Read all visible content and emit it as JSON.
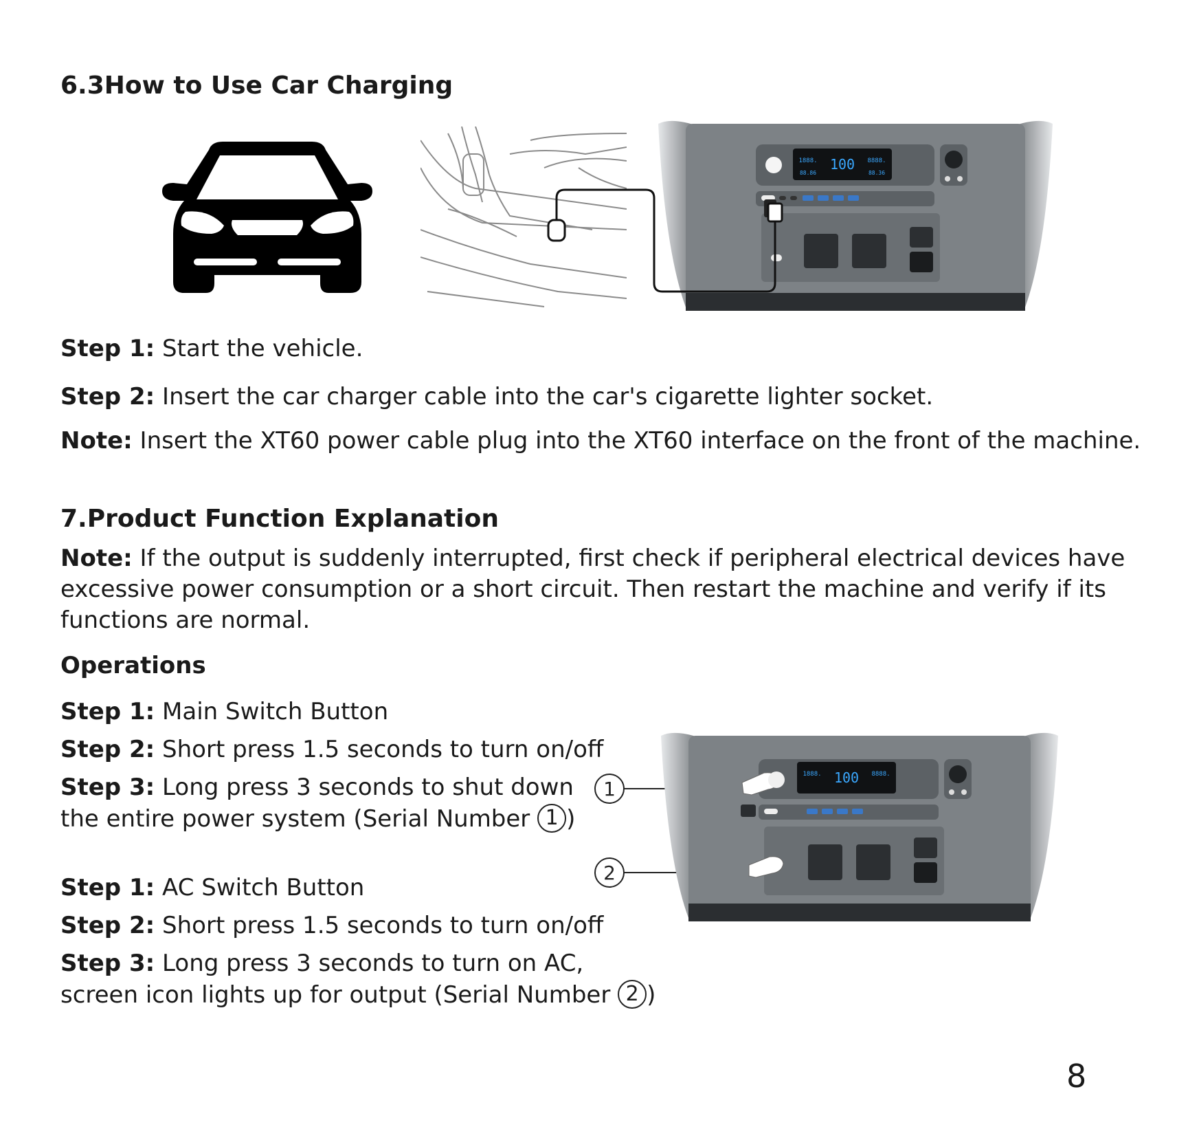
{
  "section63": {
    "title": "6.3How to Use Car Charging",
    "step1_label": "Step 1:",
    "step1_text": " Start the vehicle.",
    "step2_label": "Step 2:",
    "step2_text": " Insert the car charger cable into the car's cigarette lighter socket.",
    "note_label": "Note:",
    "note_text": " Insert the XT60 power cable plug into the XT60 interface on the front of the machine."
  },
  "section7": {
    "title": "7.Product Function Explanation",
    "note_label": "Note:",
    "note_text": " If the output is suddenly interrupted, first check if peripheral electrical devices have excessive power consumption or a short circuit. Then restart the machine and verify if its functions are normal.",
    "operations_title": "Operations",
    "main_switch": {
      "step1_label": "Step 1:",
      "step1_text": " Main Switch Button",
      "step2_label": "Step 2:",
      "step2_text": " Short press 1.5 seconds to turn on/off",
      "step3_label": "Step 3:",
      "step3_text_a": " Long press 3 seconds to shut down",
      "step3_text_b": "the entire power system (Serial Number ",
      "step3_close": ")",
      "serial": "1"
    },
    "ac_switch": {
      "step1_label": "Step 1:",
      "step1_text": " AC Switch Button",
      "step2_label": "Step 2:",
      "step2_text": " Short press 1.5 seconds to turn on/off",
      "step3_label": "Step 3:",
      "step3_text_a": "  Long press 3 seconds to turn on AC,",
      "step3_text_b": "screen icon lights up for output (Serial Number ",
      "step3_close": ")",
      "serial": "2"
    },
    "callout_1": "1",
    "callout_2": "2"
  },
  "device_display": {
    "center": "100",
    "left": "1888.",
    "right": "8888.",
    "left_small": "88.86",
    "right_small": "88.36"
  },
  "page_number": "8"
}
